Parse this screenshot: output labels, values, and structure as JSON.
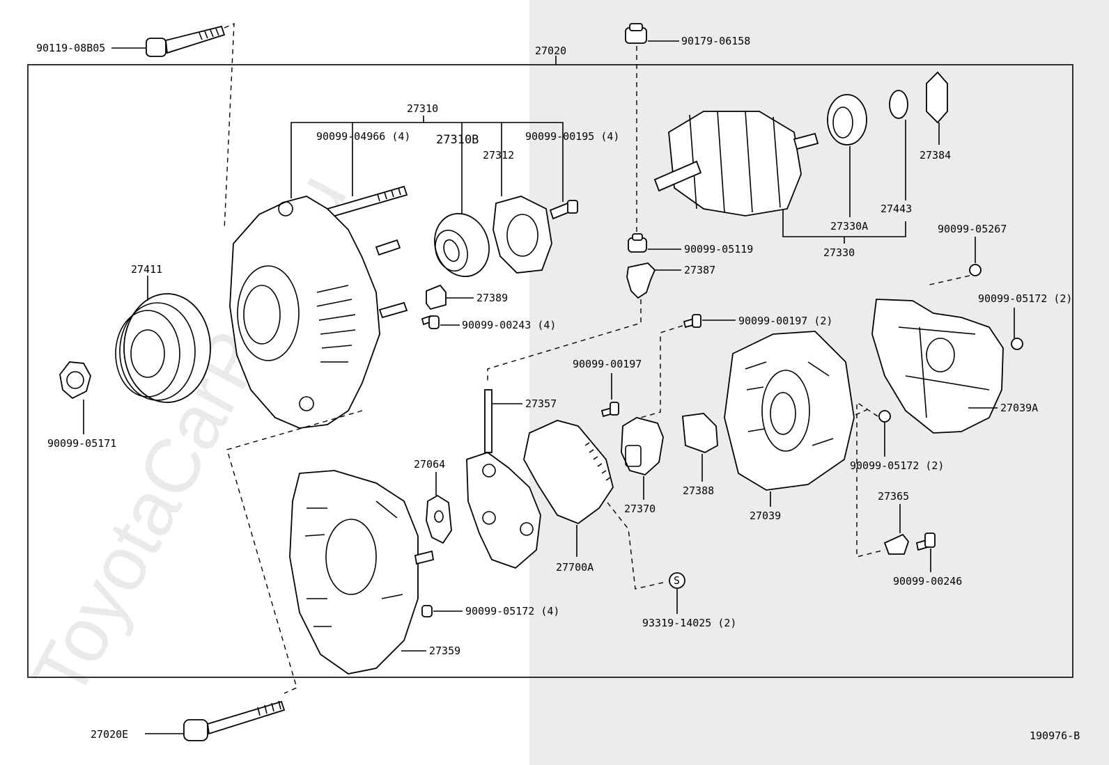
{
  "watermark": "ToyotaCarPart.ru",
  "diagram_code": "190976-B",
  "labels": {
    "l90119_08B05": "90119-08B05",
    "l27020": "27020",
    "l90179_06158": "90179-06158",
    "l27310": "27310",
    "l90099_04966": "90099-04966 (4)",
    "l27310B": "27310B",
    "l27312": "27312",
    "l90099_00195": "90099-00195 (4)",
    "l27384": "27384",
    "l27443": "27443",
    "l27330A": "27330A",
    "l27330": "27330",
    "l90099_05267": "90099-05267",
    "l90099_05119": "90099-05119",
    "l27387": "27387",
    "l27411": "27411",
    "l27389": "27389",
    "l90099_00243": "90099-00243 (4)",
    "l90099_00197_2": "90099-00197 (2)",
    "l90099_05172_2a": "90099-05172 (2)",
    "l90099_05171": "90099-05171",
    "l90099_00197": "90099-00197",
    "l27357": "27357",
    "l27039A": "27039A",
    "l27064": "27064",
    "l27370": "27370",
    "l27388": "27388",
    "l27039": "27039",
    "l90099_05172_2b": "90099-05172 (2)",
    "l27365": "27365",
    "l27700A": "27700A",
    "l90099_00246": "90099-00246",
    "l93319_14025": "93319-14025 (2)",
    "l90099_05172_4": "90099-05172 (4)",
    "l27359": "27359",
    "l27020E": "27020E",
    "s_marker": "S"
  }
}
